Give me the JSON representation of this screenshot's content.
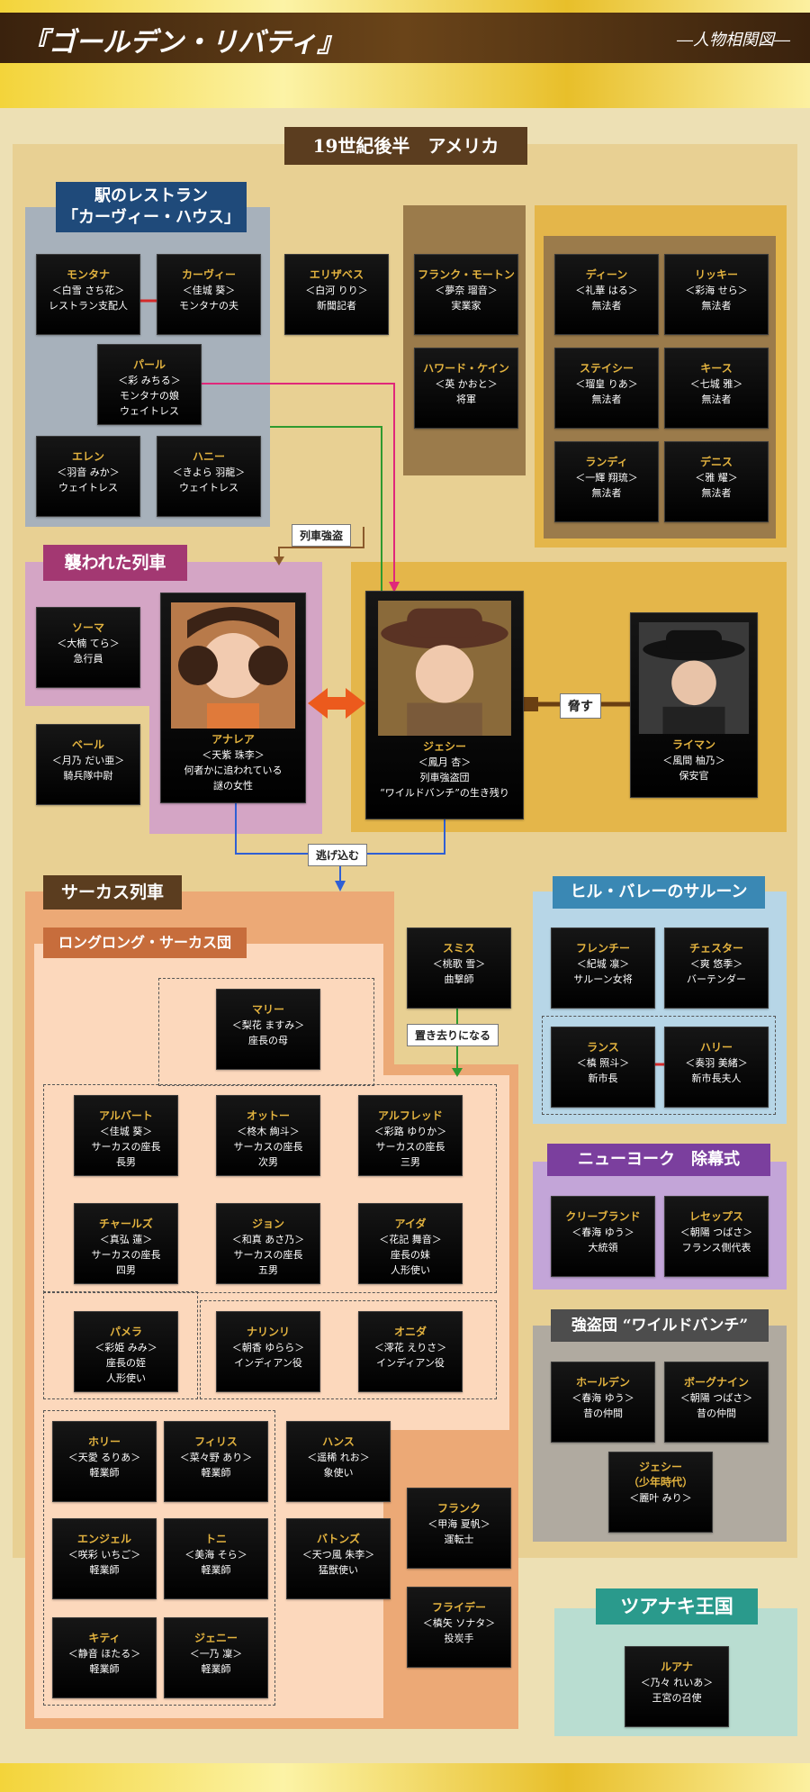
{
  "header": {
    "title": "『ゴールデン・リバティ』",
    "subtitle": "―人物相関図―"
  },
  "sections": {
    "america": "19世紀後半　アメリカ",
    "restaurant": "駅のレストラン\n「カーヴィー・ハウス」",
    "train": "襲われた列車",
    "circus_train": "サーカス列車",
    "circus": "ロングロング・サーカス団",
    "saloon": "ヒル・バレーのサルーン",
    "ny": "ニューヨーク　除幕式",
    "gang": "強盗団 “ワイルドバンチ”",
    "kingdom": "ツアナキ王国"
  },
  "labels": {
    "robbery": "列車強盗",
    "threat": "脅す",
    "escape": "逃げ込む",
    "leftbehind": "置き去りになる"
  },
  "chars": {
    "montana": {
      "name": "モンタナ",
      "actor": "＜白雪 さち花＞",
      "role": "レストラン支配人"
    },
    "carvey": {
      "name": "カーヴィー",
      "actor": "＜佳城 葵＞",
      "role": "モンタナの夫"
    },
    "pearl": {
      "name": "パール",
      "actor": "＜彩 みちる＞",
      "role": "モンタナの娘\nウェイトレス"
    },
    "ellen": {
      "name": "エレン",
      "actor": "＜羽音 みか＞",
      "role": "ウェイトレス"
    },
    "honey": {
      "name": "ハニー",
      "actor": "＜きよら 羽龍＞",
      "role": "ウェイトレス"
    },
    "elizabeth": {
      "name": "エリザベス",
      "actor": "＜白河 りり＞",
      "role": "新聞記者"
    },
    "frank_m": {
      "name": "フランク・モートン",
      "actor": "＜夢奈 瑠音＞",
      "role": "実業家"
    },
    "howard": {
      "name": "ハワード・ケイン",
      "actor": "＜英 かおと＞",
      "role": "将軍"
    },
    "dean": {
      "name": "ディーン",
      "actor": "＜礼華 はる＞",
      "role": "無法者"
    },
    "ricky": {
      "name": "リッキー",
      "actor": "＜彩海 せら＞",
      "role": "無法者"
    },
    "stacy": {
      "name": "ステイシー",
      "actor": "＜瑠皇 りあ＞",
      "role": "無法者"
    },
    "keith": {
      "name": "キース",
      "actor": "＜七城 雅＞",
      "role": "無法者"
    },
    "randy": {
      "name": "ランディ",
      "actor": "＜一輝 翔琉＞",
      "role": "無法者"
    },
    "dennis": {
      "name": "デニス",
      "actor": "＜雅 耀＞",
      "role": "無法者"
    },
    "soma": {
      "name": "ソーマ",
      "actor": "＜大楠 てら＞",
      "role": "急行員"
    },
    "bell": {
      "name": "ベール",
      "actor": "＜月乃 だい亜＞",
      "role": "騎兵隊中尉"
    },
    "anaria": {
      "name": "アナレア",
      "actor": "＜天紫 珠李＞",
      "role": "何者かに追われている\n謎の女性"
    },
    "jesse": {
      "name": "ジェシー",
      "actor": "＜鳳月 杏＞",
      "role": "列車強盗団\n“ワイルドバンチ”の生き残り"
    },
    "lyman": {
      "name": "ライマン",
      "actor": "＜風間 柚乃＞",
      "role": "保安官"
    },
    "smith": {
      "name": "スミス",
      "actor": "＜桃歌 雪＞",
      "role": "曲撃師"
    },
    "mary": {
      "name": "マリー",
      "actor": "＜梨花 ますみ＞",
      "role": "座長の母"
    },
    "albert": {
      "name": "アルバート",
      "actor": "＜佳城 葵＞",
      "role": "サーカスの座長\n長男"
    },
    "otto": {
      "name": "オットー",
      "actor": "＜柊木 絢斗＞",
      "role": "サーカスの座長\n次男"
    },
    "alfred": {
      "name": "アルフレッド",
      "actor": "＜彩路 ゆりか＞",
      "role": "サーカスの座長\n三男"
    },
    "charles": {
      "name": "チャールズ",
      "actor": "＜真弘 蓮＞",
      "role": "サーカスの座長\n四男"
    },
    "john": {
      "name": "ジョン",
      "actor": "＜和真 あさ乃＞",
      "role": "サーカスの座長\n五男"
    },
    "ida": {
      "name": "アイダ",
      "actor": "＜花記 舞音＞",
      "role": "座長の妹\n人形使い"
    },
    "pamela": {
      "name": "パメラ",
      "actor": "＜彩姫 みみ＞",
      "role": "座長の姪\n人形使い"
    },
    "narinri": {
      "name": "ナリンリ",
      "actor": "＜朝香 ゆらら＞",
      "role": "インディアン役"
    },
    "onida": {
      "name": "オニダ",
      "actor": "＜澪花 えりさ＞",
      "role": "インディアン役"
    },
    "holly": {
      "name": "ホリー",
      "actor": "＜天愛 るりあ＞",
      "role": "軽業師"
    },
    "phyllis": {
      "name": "フィリス",
      "actor": "＜菜々野 あり＞",
      "role": "軽業師"
    },
    "hans": {
      "name": "ハンス",
      "actor": "＜遥稀 れお＞",
      "role": "象使い"
    },
    "angel": {
      "name": "エンジェル",
      "actor": "＜咲彩 いちご＞",
      "role": "軽業師"
    },
    "toni": {
      "name": "トニ",
      "actor": "＜美海 そら＞",
      "role": "軽業師"
    },
    "batons": {
      "name": "バトンズ",
      "actor": "＜天つ風 朱李＞",
      "role": "猛獣使い"
    },
    "kitty": {
      "name": "キティ",
      "actor": "＜静音 ほたる＞",
      "role": "軽業師"
    },
    "jenny": {
      "name": "ジェニー",
      "actor": "＜一乃 凜＞",
      "role": "軽業師"
    },
    "frank": {
      "name": "フランク",
      "actor": "＜甲海 夏帆＞",
      "role": "運転士"
    },
    "friday": {
      "name": "フライデー",
      "actor": "＜槙矢 ソナタ＞",
      "role": "投炭手"
    },
    "fletcher": {
      "name": "フレンチー",
      "actor": "＜紀城 凛＞",
      "role": "サルーン女将"
    },
    "chester": {
      "name": "チェスター",
      "actor": "＜爽 悠季＞",
      "role": "バーテンダー"
    },
    "lance": {
      "name": "ランス",
      "actor": "＜槙 照斗＞",
      "role": "新市長"
    },
    "harry": {
      "name": "ハリー",
      "actor": "＜奏羽 美緒＞",
      "role": "新市長夫人"
    },
    "cleveland": {
      "name": "クリーブランド",
      "actor": "＜春海 ゆう＞",
      "role": "大統領"
    },
    "lesseps": {
      "name": "レセップス",
      "actor": "＜朝陽 つばさ＞",
      "role": "フランス側代表"
    },
    "holden": {
      "name": "ホールデン",
      "actor": "＜春海 ゆう＞",
      "role": "昔の仲間"
    },
    "borgnine": {
      "name": "ボーグナイン",
      "actor": "＜朝陽 つばさ＞",
      "role": "昔の仲間"
    },
    "jesse_young": {
      "name": "ジェシー\n（少年時代）",
      "actor": "＜麗叶 みり＞",
      "role": ""
    },
    "luana": {
      "name": "ルアナ",
      "actor": "＜乃々 れいあ＞",
      "role": "王宮の召使"
    }
  },
  "colors": {
    "dark_header": "#5b3d1f",
    "restaurant": "#a7b1bb",
    "train": "#d4a5c5",
    "circus": "#eca976",
    "saloon": "#b7d6e7",
    "ny": "#c3a5d8",
    "gang": "#b0aaa0",
    "kingdom": "#b9ddd1"
  }
}
